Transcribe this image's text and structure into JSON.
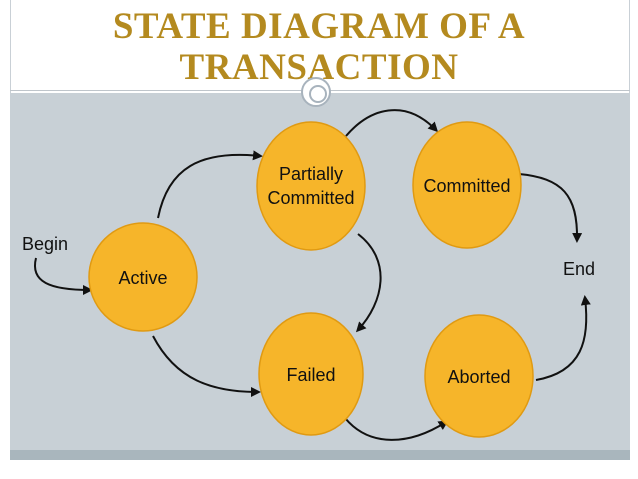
{
  "title": {
    "line1": "STATE DIAGRAM OF A",
    "line2": "TRANSACTION"
  },
  "labels": {
    "begin": "Begin",
    "end": "End"
  },
  "states": {
    "active": "Active",
    "partially_line1": "Partially",
    "partially_line2": "Committed",
    "committed": "Committed",
    "failed": "Failed",
    "aborted": "Aborted"
  },
  "colors": {
    "title": "#b48a1f",
    "node_fill": "#f6b52a",
    "node_stroke": "#e09a12",
    "background": "#c8d0d6",
    "arrow": "#111111"
  }
}
